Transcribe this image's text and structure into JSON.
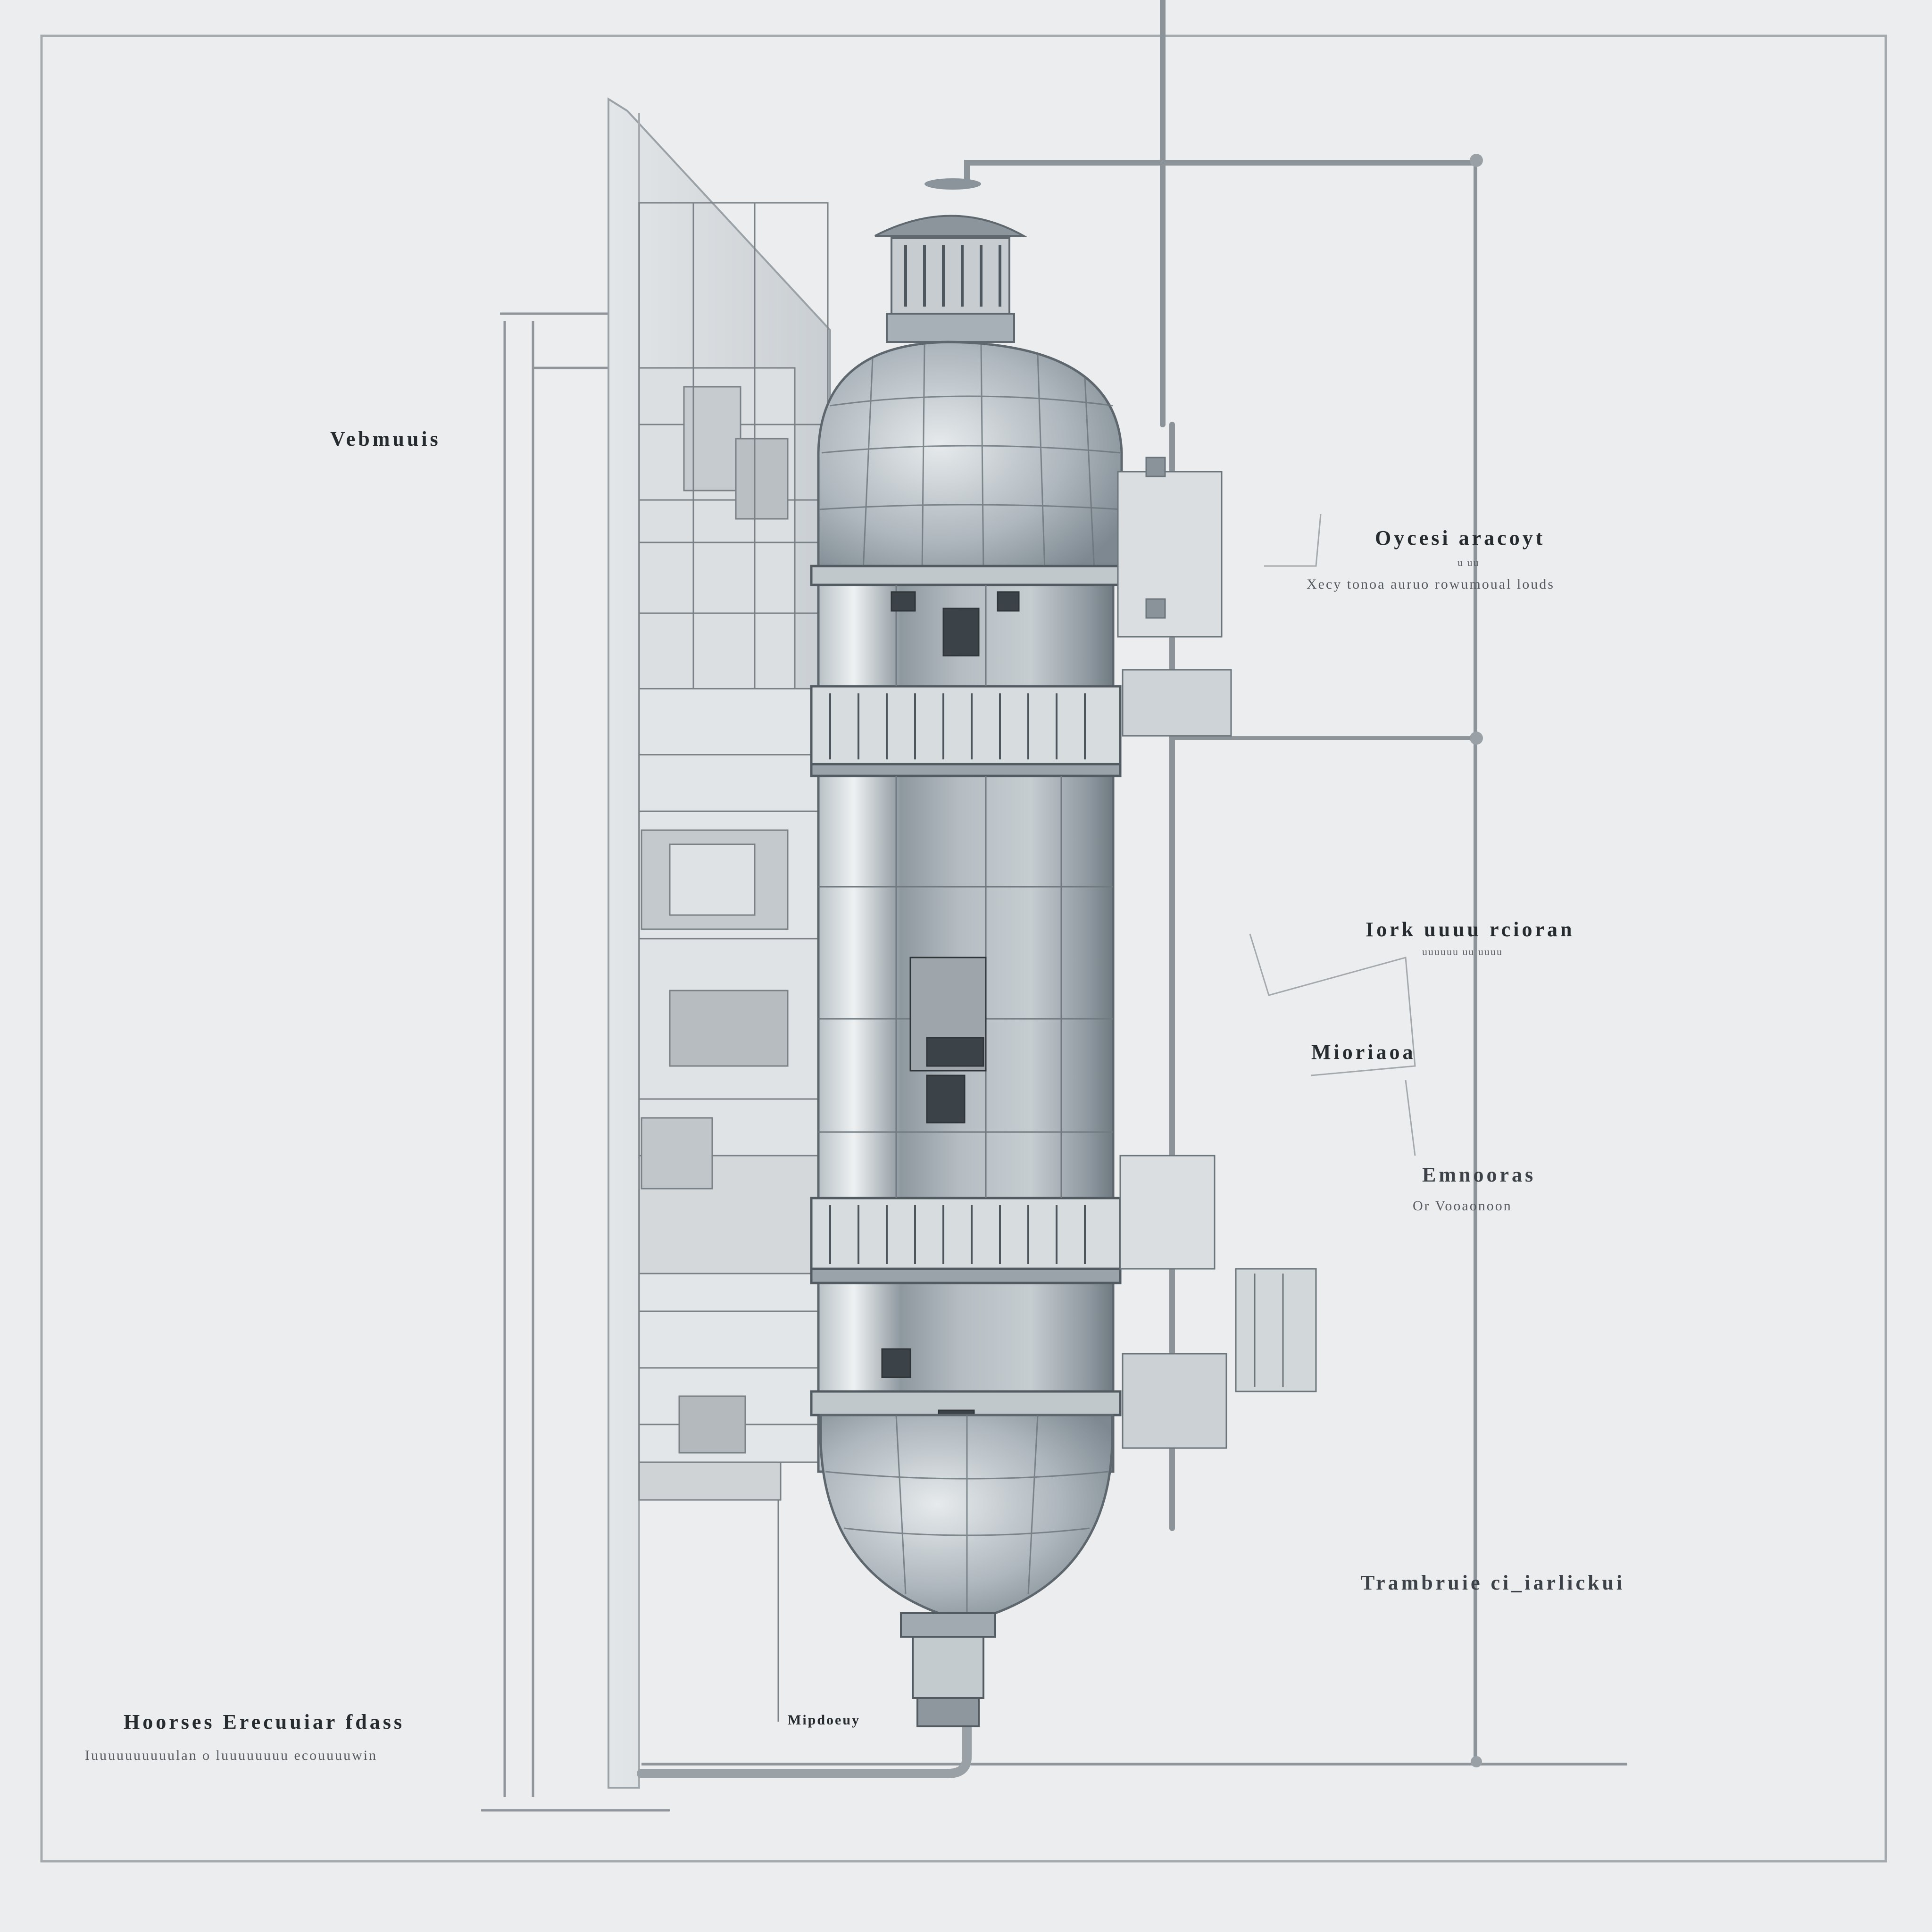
{
  "labels": {
    "left_top": "Vebmuuis",
    "right_1_title": "Oycesi aracoyt",
    "right_1_small": "u uu",
    "right_1_sub": "Xecy tonoa auruo rowumoual louds",
    "right_2_title": "Iork uuuu rcioran",
    "right_2_sub": "uuuuuu uu uuuu",
    "right_3": "Mioriaoa",
    "right_4_title": "Emnooras",
    "right_4_sub": "Or Vooaonoon",
    "right_5": "Trambruie ci_iarlickui",
    "bottom_left_title": "Hoorses Erecuuiar fdass",
    "bottom_left_sub": "Iuuuuuuuuuulan o luuuuuuuu ecouuuuwin",
    "bottom_center": "Mipdoeuy"
  },
  "colors": {
    "paper": "#ecedee",
    "frame": "#9ea3a8",
    "vessel_light": "#d9dde0",
    "vessel_mid": "#a9b2b8",
    "vessel_dark": "#707b83",
    "ink": "#3c4247"
  }
}
